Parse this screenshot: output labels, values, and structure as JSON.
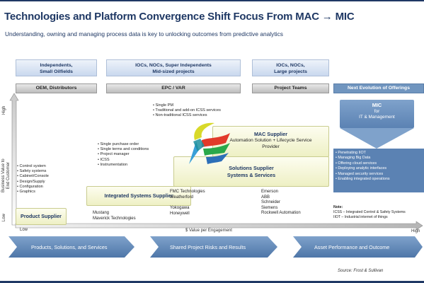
{
  "slide": {
    "title": "Technologies and Platform Convergence Shift Focus From MAC → MIC",
    "subtitle": "Understanding, owning and managing process data is key to unlocking outcomes from predictive analytics"
  },
  "segments": [
    {
      "label": "Independents,\nSmall Oilfields"
    },
    {
      "label": "IOCs, NOCs, Super Independents\nMid-sized projects"
    },
    {
      "label": "IOCs, NOCs,\nLarge projects"
    }
  ],
  "channels": [
    {
      "label": "OEM, Distributors"
    },
    {
      "label": "EPC / VAR"
    },
    {
      "label": "Project Teams"
    },
    {
      "label": "Next Evolution of Offerings"
    }
  ],
  "axes": {
    "y_title": "Business Value to\nEnd Customer",
    "y_high": "High",
    "y_low": "Low",
    "x_title": "$ Value per Engagement",
    "x_low": "Low",
    "x_high": "High"
  },
  "tiers": {
    "product": {
      "label": "Product Supplier"
    },
    "integrated": {
      "label": "Integrated Systems Supplier"
    },
    "solutions": {
      "label": "Solutions Supplier\nSystems & Services"
    },
    "mac": {
      "label": "MAC Supplier",
      "sub": "Automation Solution + Lifecycle Service\nProvider"
    }
  },
  "product_bullets": [
    "Control system",
    "Safety systems",
    "Cabinet/Console",
    "Design/Supply",
    "Configuration",
    "Graphics"
  ],
  "integrated_bullets": [
    "Single purchase order",
    "Single terms and conditions",
    "Project manager",
    "ICSS",
    "Instrumentation"
  ],
  "mac_bullets": [
    "Single PM",
    "Traditional and add-on ICSS services",
    "Non-traditional ICSS services"
  ],
  "vendors": {
    "product": "Mustang\nMaverick Technologies",
    "solutions_left": "FMC Technologies\nWeatherford",
    "solutions_left2": "Yokogawa\nHoneywell",
    "solutions_right": "Emerson\nABB\nSchneider\nSiemens\nRockwell Automation"
  },
  "mic": {
    "title": "MIC",
    "for": "for",
    "focus": "IT & Management",
    "items": [
      "Penetrating IIOT",
      "Managing Big Data",
      "Offering cloud services",
      "Deploying analytic interfaces",
      "Managed security services",
      "Enabling integrated operations"
    ]
  },
  "note": {
    "heading": "Note:",
    "lines": [
      "ICSS – Integrated Control & Safety Systems",
      "IIOT – Industrial internet of things"
    ]
  },
  "stages": [
    {
      "label": "Products, Solutions, and Services"
    },
    {
      "label": "Shared Project Risks and Results"
    },
    {
      "label": "Asset Performance and Outcome"
    }
  ],
  "source": "Source: Frost & Sullivan",
  "colors": {
    "navy": "#1f3864",
    "arrow_blue": "#6f93bf",
    "arrow_dark": "#3f6aa0",
    "tier_fill": "#eef0c4",
    "mic_blue": "#5b82b3"
  }
}
